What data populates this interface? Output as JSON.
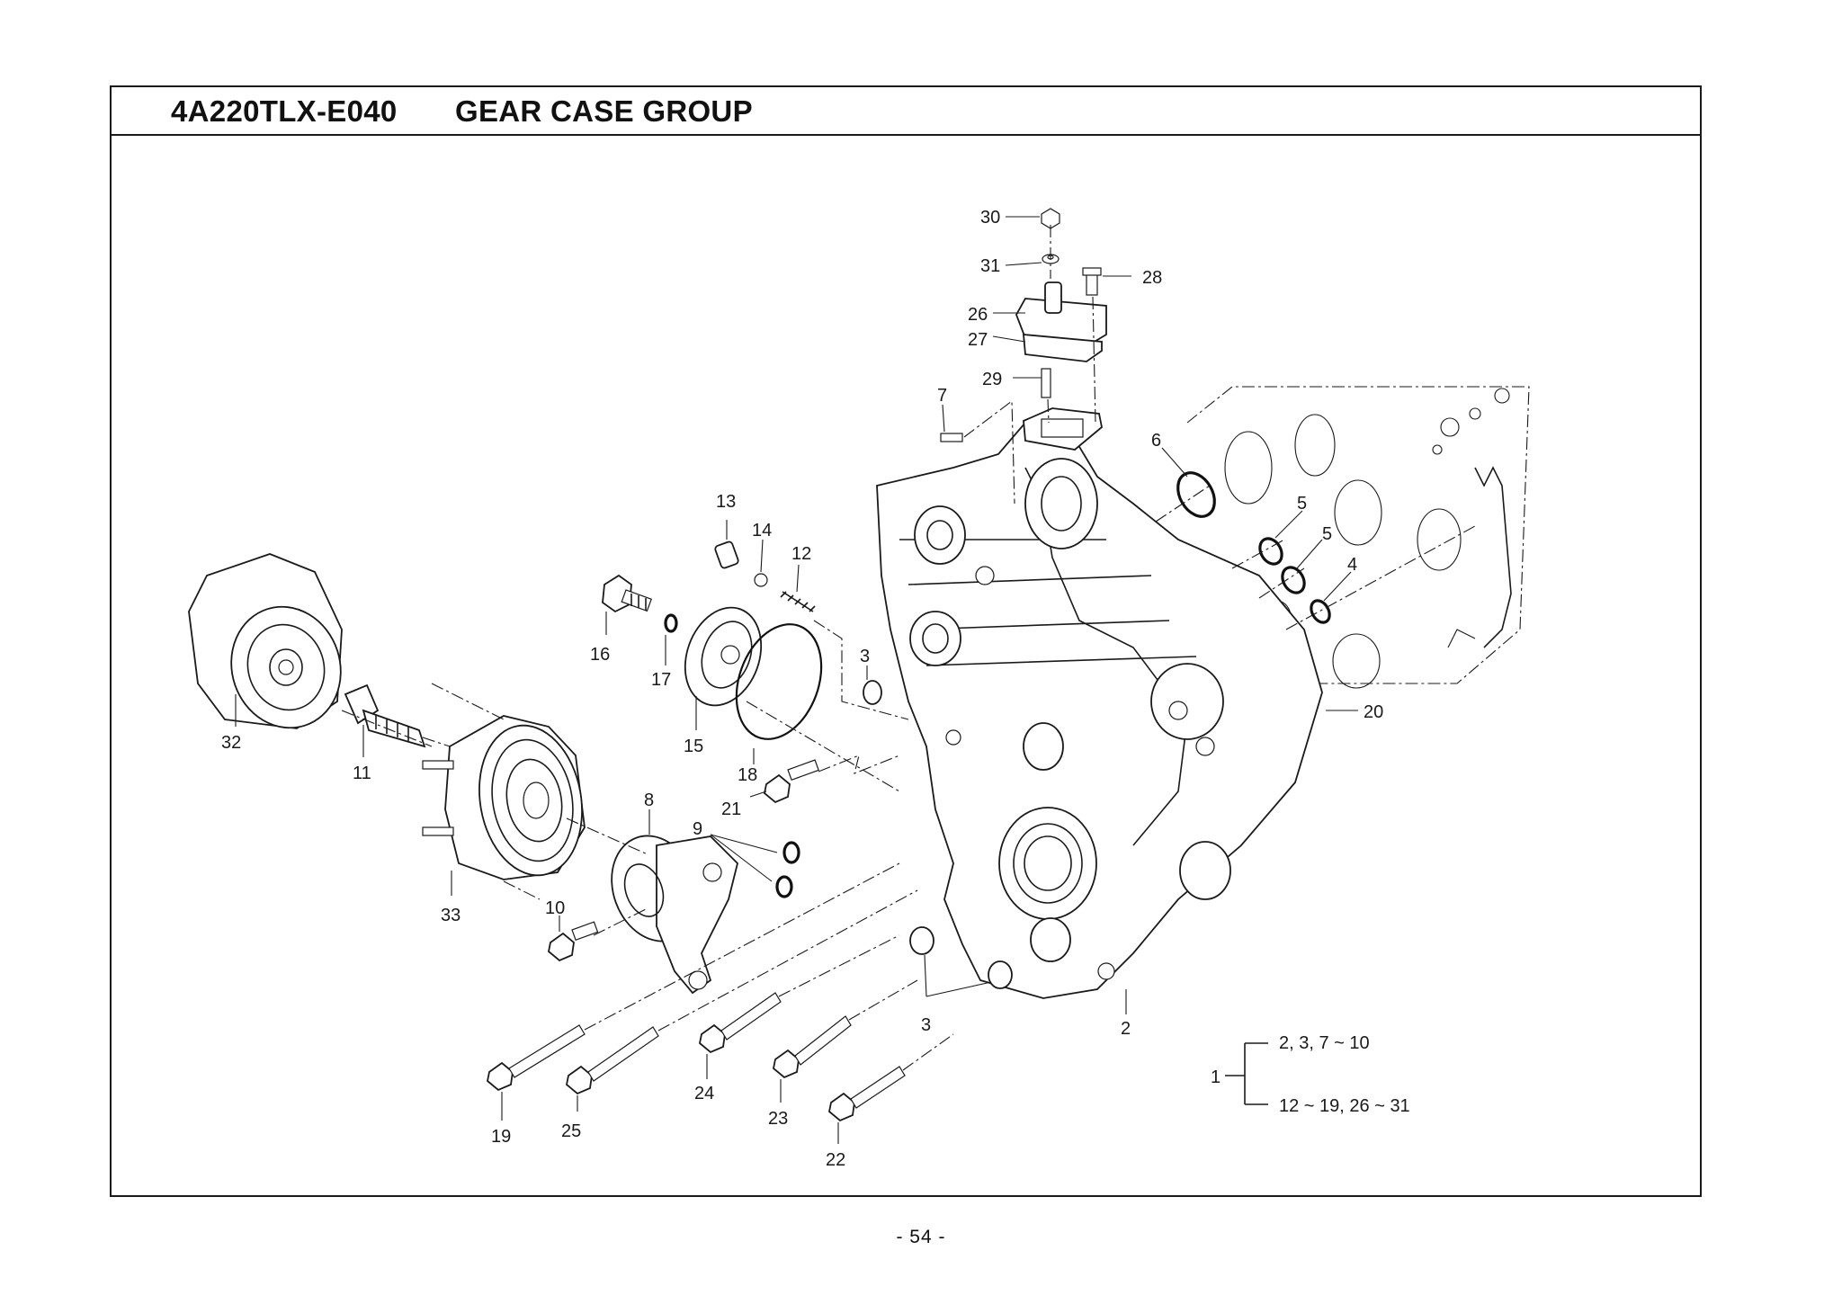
{
  "header": {
    "code": "4A220TLX-E040",
    "name": "GEAR CASE GROUP"
  },
  "callouts": {
    "c30": "30",
    "c31": "31",
    "c28": "28",
    "c26": "26",
    "c27": "27",
    "c29": "29",
    "c7": "7",
    "c6": "6",
    "c5a": "5",
    "c5b": "5",
    "c4": "4",
    "c13": "13",
    "c14": "14",
    "c12": "12",
    "c16": "16",
    "c17": "17",
    "c15": "15",
    "c3a": "3",
    "c20": "20",
    "c32": "32",
    "c11": "11",
    "c18": "18",
    "c21": "21",
    "c8": "8",
    "c9": "9",
    "c33": "33",
    "c10": "10",
    "c3b": "3",
    "c2": "2",
    "c24": "24",
    "c23": "23",
    "c19": "19",
    "c25": "25",
    "c22": "22",
    "c1": "1"
  },
  "kit_note": {
    "line1": "2, 3, 7 ~ 10",
    "line2": "12 ~ 19,  26 ~ 31"
  },
  "footer": {
    "page": "-  54  -"
  }
}
